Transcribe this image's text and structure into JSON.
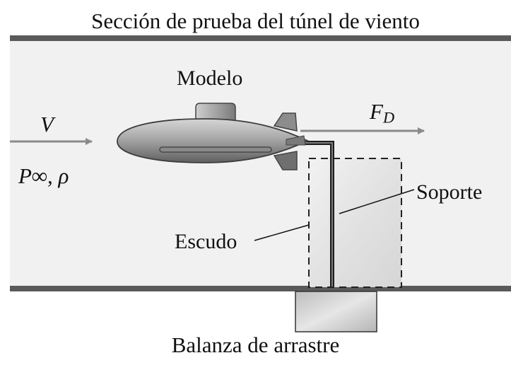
{
  "title": "Sección de prueba del túnel de viento",
  "labels": {
    "model": "Modelo",
    "velocity": "V",
    "drag_force_main": "F",
    "drag_force_sub": "D",
    "freestream": "P∞, ρ",
    "support": "Soporte",
    "shield": "Escudo",
    "drag_balance": "Balanza de arrastre"
  },
  "colors": {
    "tunnel_fill": "#f1f1f1",
    "wall": "#5a5a5a",
    "arrow": "#8a8a8a",
    "model_body": "#9d9d9d",
    "shield_fill": "#e6e6e6",
    "balance_fill": "#d3d3d3"
  }
}
